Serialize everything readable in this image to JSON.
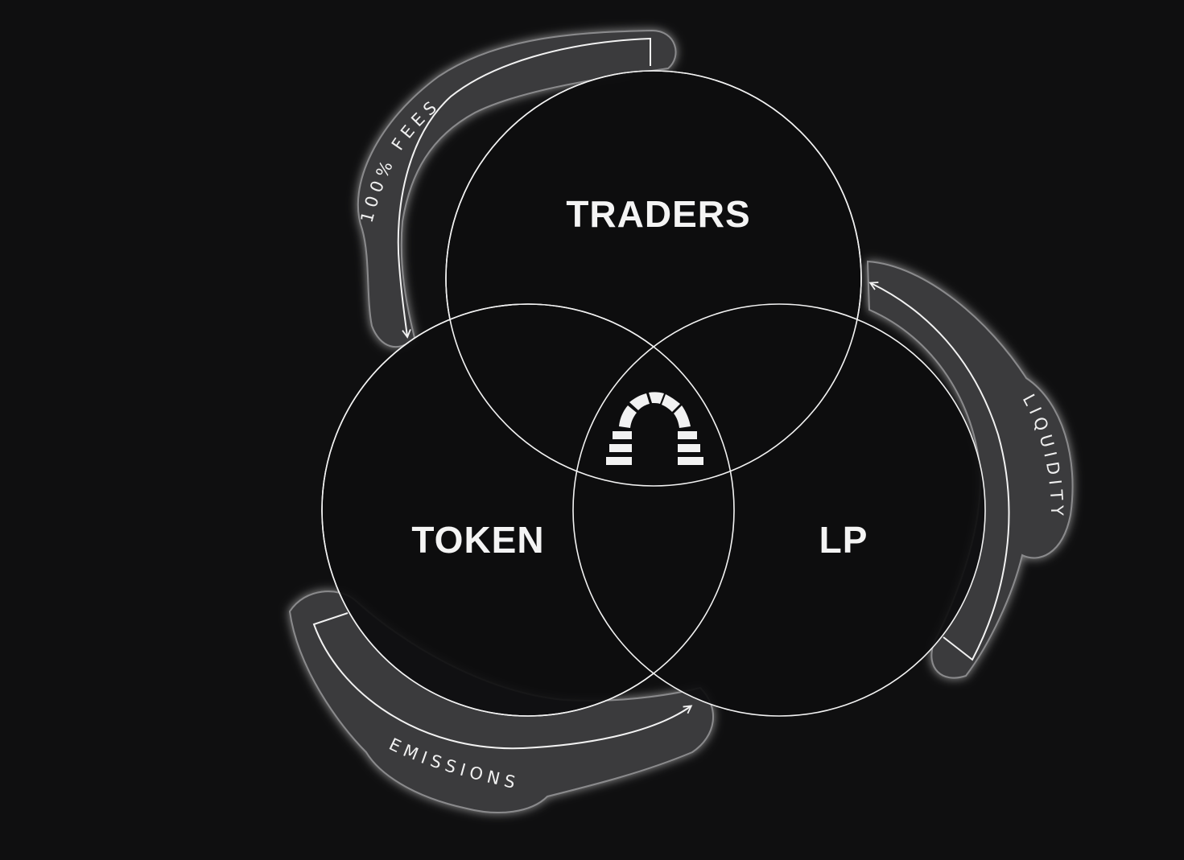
{
  "diagram": {
    "circles": {
      "traders": "TRADERS",
      "token": "TOKEN",
      "lp": "LP"
    },
    "center_icon": "arch-logo-icon",
    "flows": {
      "fees": "100% FEES",
      "liquidity": "LIQUIDITY",
      "emissions": "EMISSIONS"
    }
  },
  "colors": {
    "background": "#0f0f10",
    "circle_fill": "#0d0d0e",
    "stroke": "#f2f2f2",
    "glow_band": "#3a3a3c",
    "text": "#f4f4f4"
  }
}
